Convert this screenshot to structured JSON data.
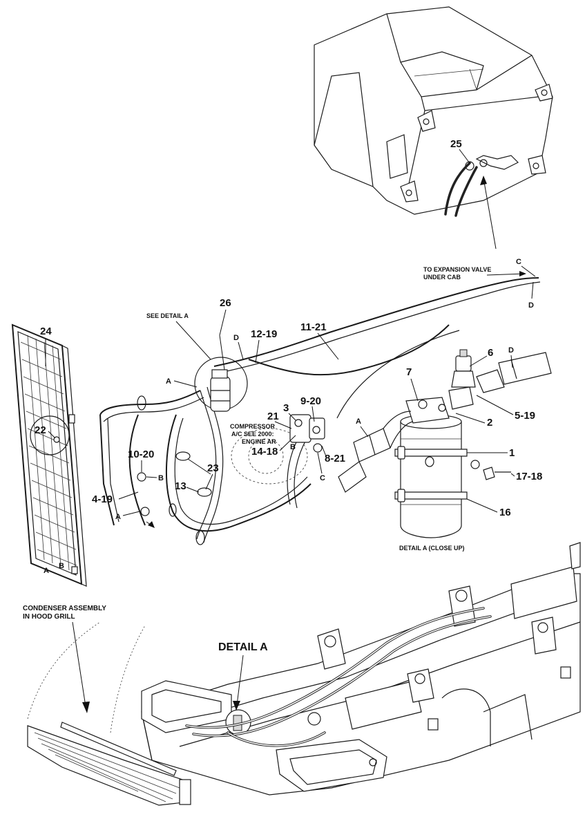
{
  "diagram": {
    "callouts": {
      "c25": "25",
      "c26": "26",
      "c24": "24",
      "c22": "22",
      "c12_19": "12-19",
      "c11_21": "11-21",
      "c6": "6",
      "c7": "7",
      "c5_19": "5-19",
      "c2": "2",
      "c1": "1",
      "c17_18": "17-18",
      "c16": "16",
      "c3": "3",
      "c9_20": "9-20",
      "c21": "21",
      "c14_18": "14-18",
      "c8_21": "8-21",
      "c10_20": "10-20",
      "c23": "23",
      "c13": "13",
      "c4_19": "4-19"
    },
    "letters": {
      "a1": "A",
      "a2": "A",
      "a3": "A",
      "a4": "A",
      "b1": "B",
      "b2": "B",
      "b3": "B",
      "c1": "C",
      "c2": "C",
      "d1": "D",
      "d2": "D",
      "d3": "D"
    },
    "notes": {
      "see_detail_a": "SEE DETAIL A",
      "to_expansion_1": "TO EXPANSION VALVE",
      "to_expansion_2": "UNDER CAB",
      "compressor_1": "COMPRESSOR",
      "compressor_2": "A/C SEE 2000:",
      "compressor_3": "ENGINE AR",
      "detail_a_close": "DETAIL A (CLOSE UP)",
      "condenser_1": "CONDENSER ASSEMBLY",
      "condenser_2": "IN HOOD GRILL",
      "detail_a": "DETAIL A"
    }
  }
}
